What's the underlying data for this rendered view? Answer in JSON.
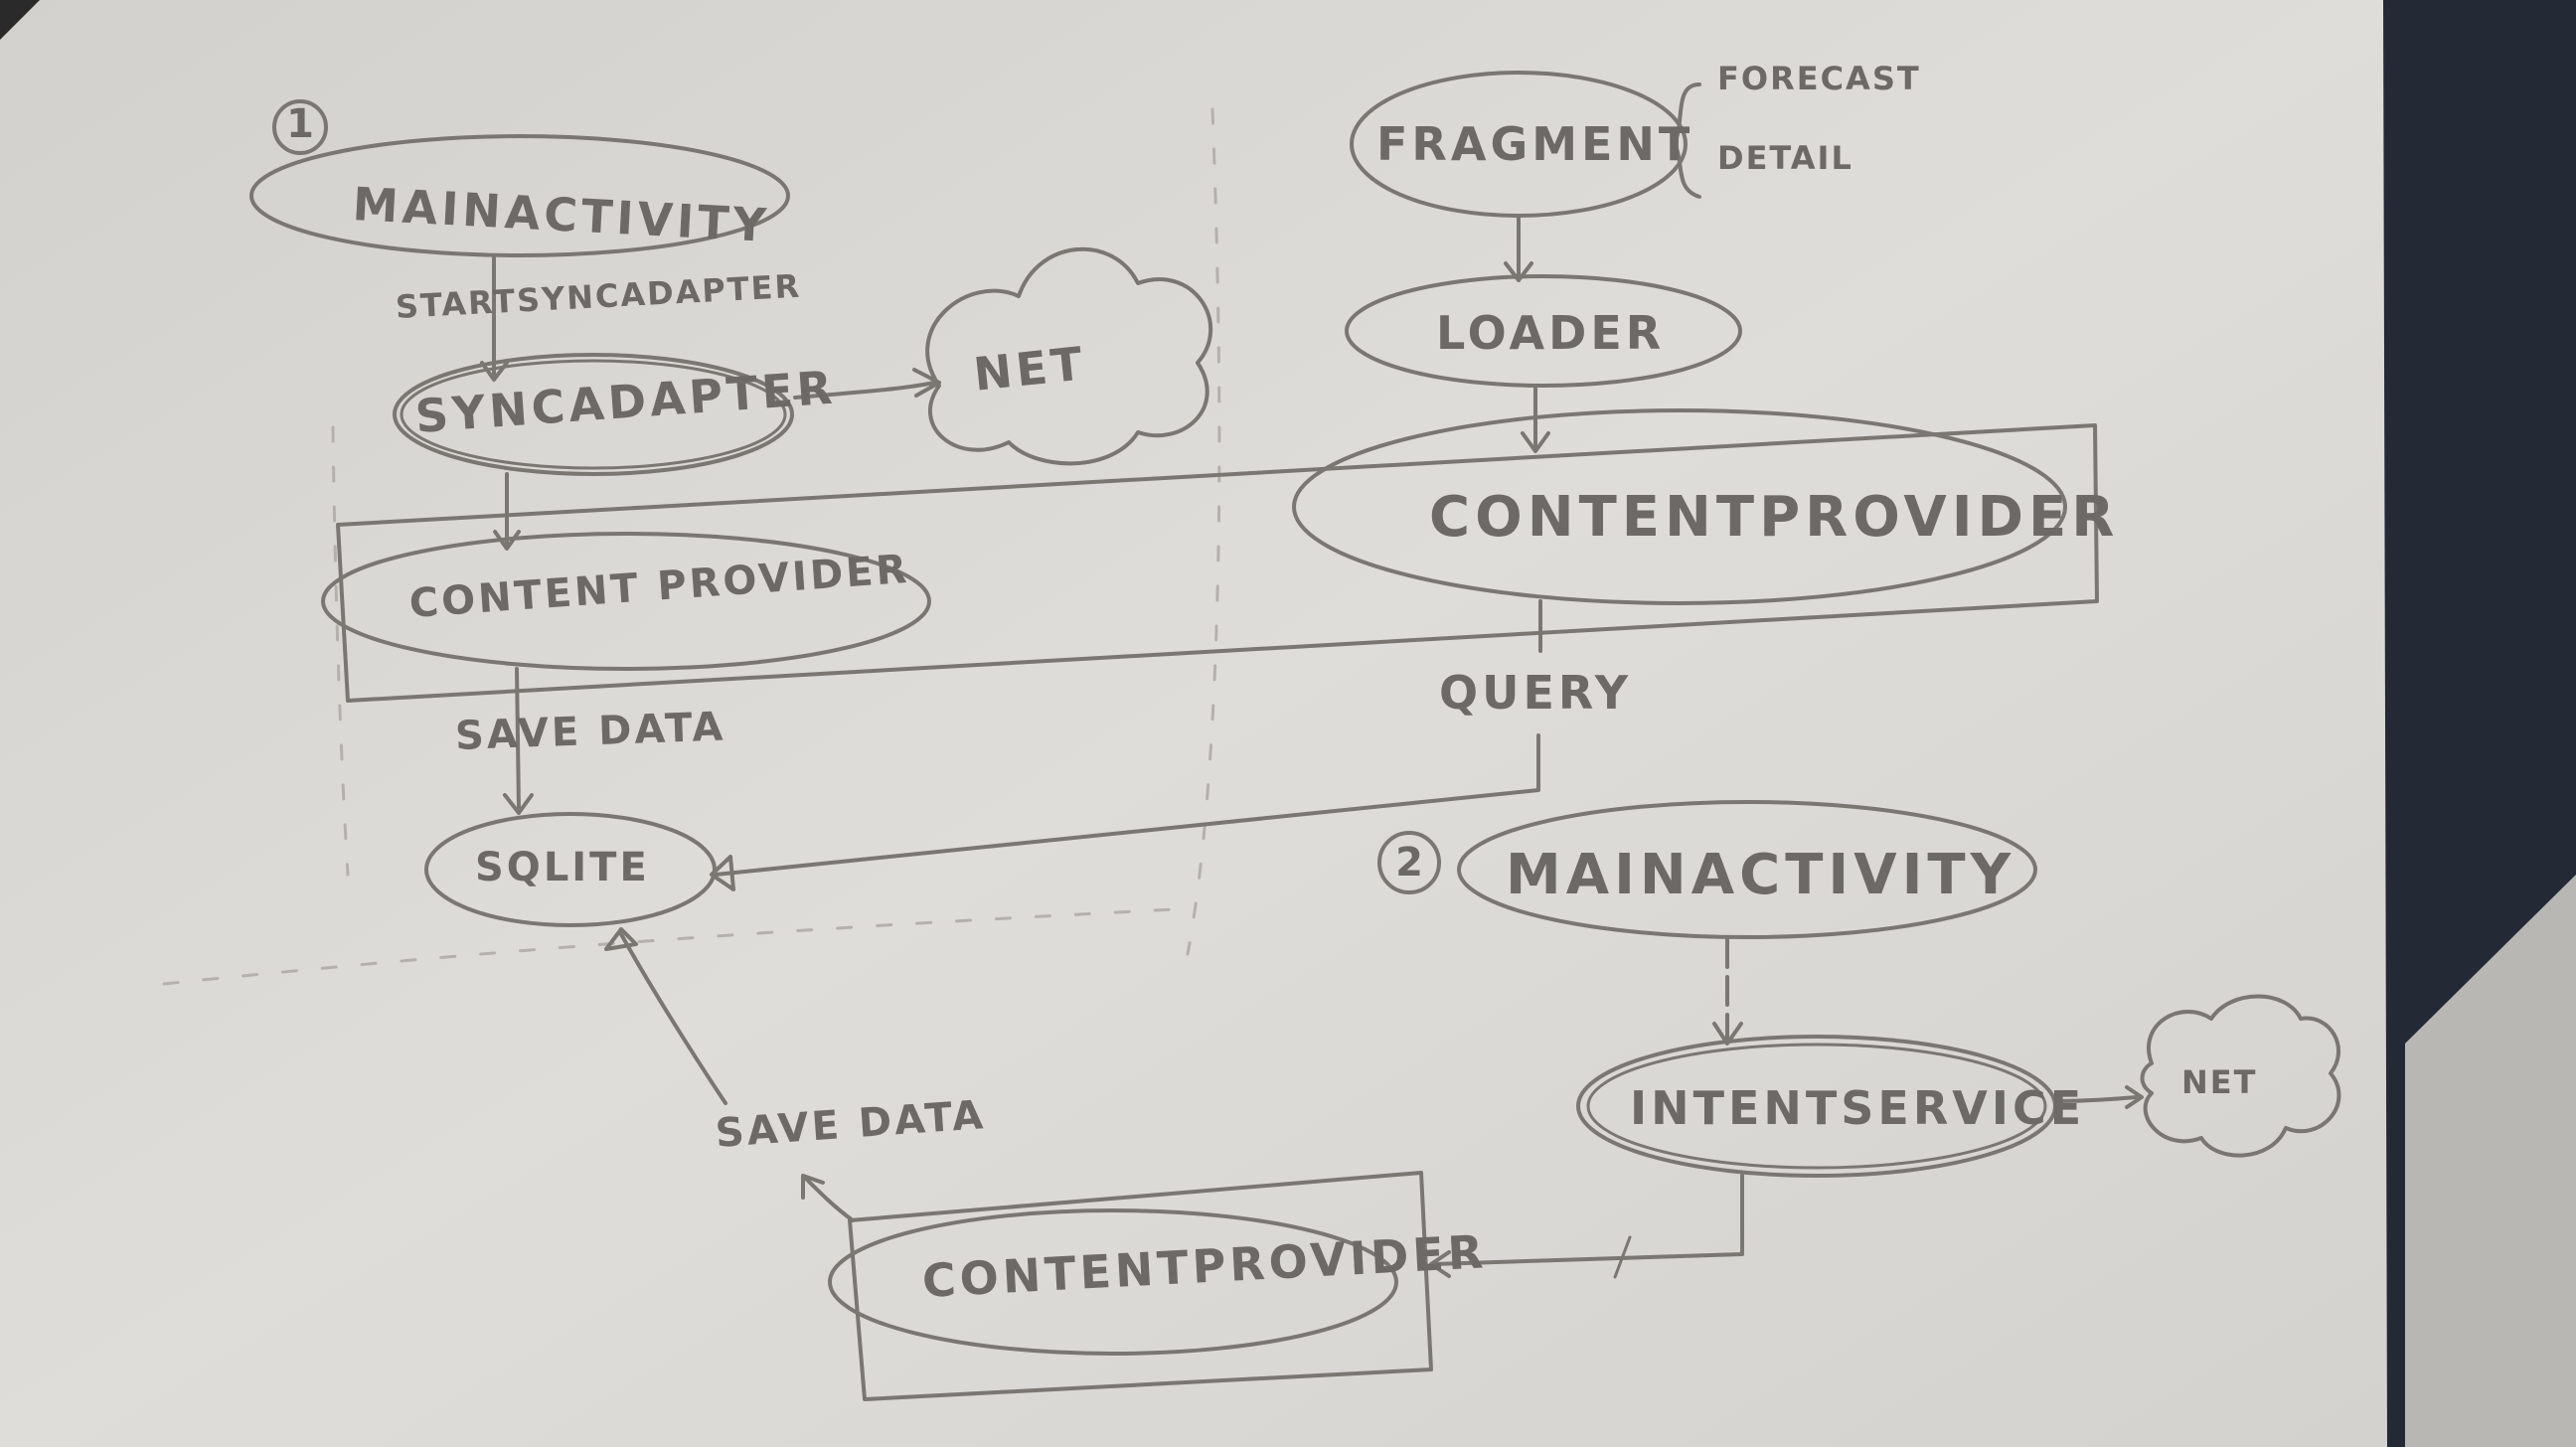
{
  "diagram": {
    "nodes": {
      "main_activity_1": "MAINACTIVITY",
      "sync_adapter": "SYNCADAPTER",
      "content_provider_1": "CONTENT PROVIDER",
      "sqlite": "SQLITE",
      "net_1": "NET",
      "fragment": "FRAGMENT",
      "fragment_forecast": "FORECAST",
      "fragment_detail": "DETAIL",
      "loader": "LOADER",
      "content_provider_2": "CONTENTPROVIDER",
      "main_activity_2": "MAINACTIVITY",
      "intent_service": "INTENTSERVICE",
      "net_2": "NET",
      "content_provider_3": "CONTENTPROVIDER"
    },
    "edge_labels": {
      "start_sync_adapter": "STARTSYNCADAPTER",
      "save_data_1": "SAVE DATA",
      "query": "QUERY",
      "save_data_2": "SAVE DATA"
    },
    "markers": {
      "flow_1": "1",
      "flow_2": "2"
    },
    "colors": {
      "paper": "#dcdad6",
      "pencil": "#6c6966",
      "background": "#242628"
    }
  }
}
